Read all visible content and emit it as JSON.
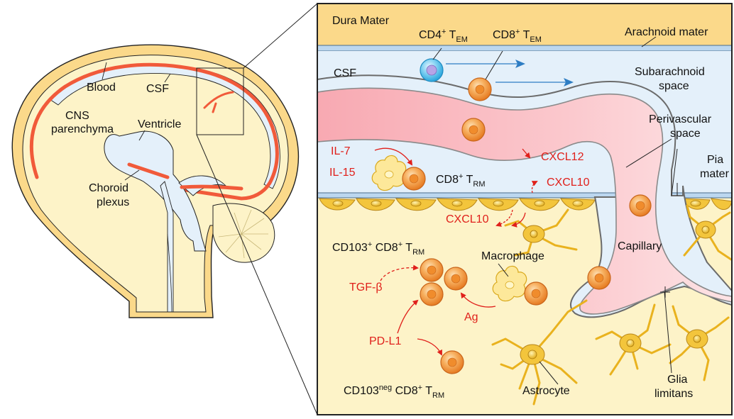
{
  "colors": {
    "parenchyma": "#fdf3c8",
    "meninges": "#fbd98a",
    "csf": "#e4f0fa",
    "blood": "#f15a3a",
    "vessel": "#f7b4bd",
    "cell_orange": "#f59a3b",
    "cell_blue": "#3fb8ea",
    "glia": "#f3c53c",
    "arrow_blue": "#2e7dc3",
    "text_red": "#e0201b"
  },
  "brain": {
    "blood": "Blood",
    "csf": "CSF",
    "cns_line1": "CNS",
    "cns_line2": "parenchyma",
    "ventricle": "Ventricle",
    "choroid_line1": "Choroid",
    "choroid_line2": "plexus"
  },
  "panel": {
    "dura": "Dura Mater",
    "arachnoid": "Arachnoid mater",
    "csf": "CSF",
    "cd4_main": "CD4",
    "cd4_sup": "+",
    "cd4_t": " T",
    "cd4_sub": "EM",
    "cd8em_main": "CD8",
    "cd8em_sup": "+",
    "cd8em_t": " T",
    "cd8em_sub": "EM",
    "subarachnoid_line1": "Subarachnoid",
    "subarachnoid_line2": "space",
    "perivascular_line1": "Perivascular",
    "perivascular_line2": "space",
    "pia_line1": "Pia",
    "pia_line2": "mater",
    "il7": "IL-7",
    "il15": "IL-15",
    "cxcl12": "CXCL12",
    "cxcl10_upper": "CXCL10",
    "cxcl10_lower": "CXCL10",
    "cd8rm_main": "CD8",
    "cd8rm_sup": "+",
    "cd8rm_t": " T",
    "cd8rm_sub": "RM",
    "cd103pos_a": "CD103",
    "cd103pos_sup": "+",
    "cd103pos_b": " CD8",
    "cd103pos_sup2": "+",
    "cd103pos_t": " T",
    "cd103pos_sub": "RM",
    "macrophage": "Macrophage",
    "capillary": "Capillary",
    "tgf": "TGF-β",
    "ag": "Ag",
    "pdl1": "PD-L1",
    "cd103neg_a": "CD103",
    "cd103neg_sup": "neg",
    "cd103neg_b": " CD8",
    "cd103neg_sup2": "+",
    "cd103neg_t": " T",
    "cd103neg_sub": "RM",
    "astrocyte": "Astrocyte",
    "glia_line1": "Glia",
    "glia_line2": "limitans"
  }
}
